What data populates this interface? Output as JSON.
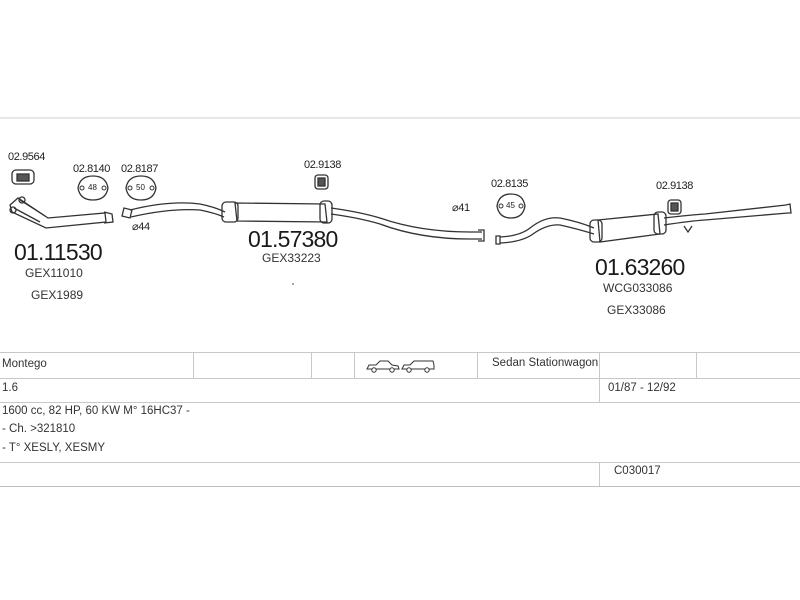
{
  "parts": {
    "clamp_a": "02.9564",
    "gasket_a": "02.8140",
    "gasket_b": "02.8187",
    "clamp_b": "02.9138",
    "gasket_c": "02.8135",
    "clamp_c": "02.9138",
    "front_pipe": {
      "code": "01.11530",
      "ref1": "GEX11010",
      "ref2": "GEX1989"
    },
    "middle_silencer": {
      "code": "01.57380",
      "ref1": "GEX33223"
    },
    "rear_silencer": {
      "code": "01.63260",
      "ref1": "WCG033086",
      "ref2": "GEX33086"
    },
    "diam_44": "⌀44",
    "diam_41": "⌀41",
    "badge_48": "48",
    "badge_50": "50",
    "badge_45": "45"
  },
  "vehicle": {
    "model": "Montego",
    "body_types": "Sedan Stationwagon",
    "engine_size": "1.6",
    "years": "01/87 - 12/92",
    "spec": "1600 cc, 82 HP, 60 KW M° 16HC37 -",
    "chassis": "- Ch. >321810",
    "types": "- T° XESLY, XESMY",
    "catalog_code": "C030017"
  }
}
